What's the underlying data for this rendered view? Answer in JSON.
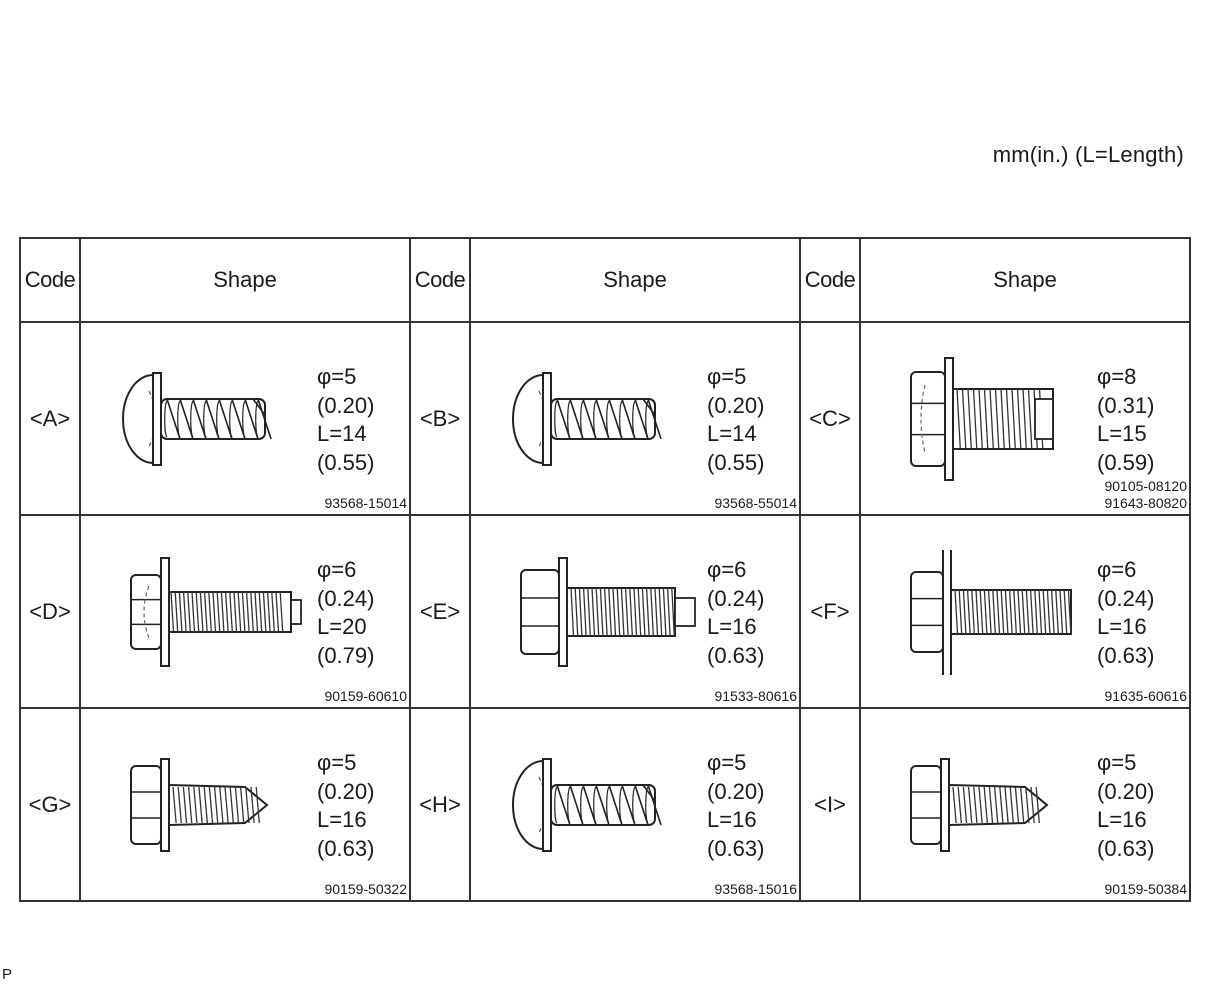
{
  "unit_note": "mm(in.) (L=Length)",
  "footer_mark": "P",
  "headers": {
    "code": "Code",
    "shape": "Shape"
  },
  "fasteners": [
    {
      "code": "<A>",
      "diameter": "φ=5",
      "diameter_in": "(0.20)",
      "length": "L=14",
      "length_in": "(0.55)",
      "part_numbers": [
        "93568-15014"
      ],
      "shape": "pan-head-tapping-screw"
    },
    {
      "code": "<B>",
      "diameter": "φ=5",
      "diameter_in": "(0.20)",
      "length": "L=14",
      "length_in": "(0.55)",
      "part_numbers": [
        "93568-55014"
      ],
      "shape": "pan-head-tapping-screw"
    },
    {
      "code": "<C>",
      "diameter": "φ=8",
      "diameter_in": "(0.31)",
      "length": "L=15",
      "length_in": "(0.59)",
      "part_numbers": [
        "90105-08120",
        "91643-80820"
      ],
      "shape": "hex-flange-bolt-tip"
    },
    {
      "code": "<D>",
      "diameter": "φ=6",
      "diameter_in": "(0.24)",
      "length": "L=20",
      "length_in": "(0.79)",
      "part_numbers": [
        "90159-60610"
      ],
      "shape": "hex-washer-bolt-fine"
    },
    {
      "code": "<E>",
      "diameter": "φ=6",
      "diameter_in": "(0.24)",
      "length": "L=16",
      "length_in": "(0.63)",
      "part_numbers": [
        "91533-80616"
      ],
      "shape": "hex-flange-bolt-pilot"
    },
    {
      "code": "<F>",
      "diameter": "φ=6",
      "diameter_in": "(0.24)",
      "length": "L=16",
      "length_in": "(0.63)",
      "part_numbers": [
        "91635-60616"
      ],
      "shape": "hex-washer-bolt"
    },
    {
      "code": "<G>",
      "diameter": "φ=5",
      "diameter_in": "(0.20)",
      "length": "L=16",
      "length_in": "(0.63)",
      "part_numbers": [
        "90159-50322"
      ],
      "shape": "hex-washer-tapping-screw"
    },
    {
      "code": "<H>",
      "diameter": "φ=5",
      "diameter_in": "(0.20)",
      "length": "L=16",
      "length_in": "(0.63)",
      "part_numbers": [
        "93568-15016"
      ],
      "shape": "pan-head-tapping-screw"
    },
    {
      "code": "<I>",
      "diameter": "φ=5",
      "diameter_in": "(0.20)",
      "length": "L=16",
      "length_in": "(0.63)",
      "part_numbers": [
        "90159-50384"
      ],
      "shape": "hex-washer-tapping-screw"
    }
  ]
}
